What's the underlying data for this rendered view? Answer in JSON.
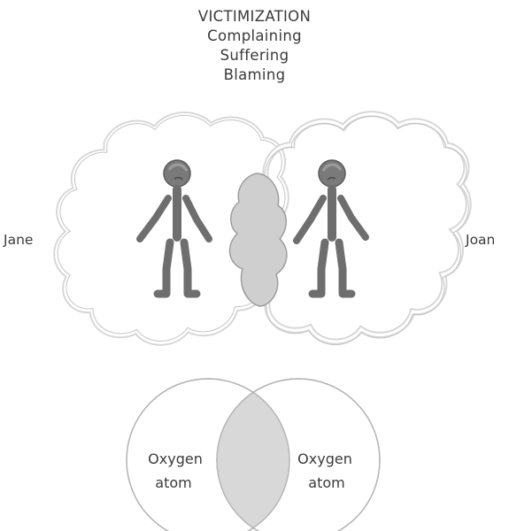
{
  "heading": {
    "title": "VICTIMIZATION",
    "lines": [
      "Complaining",
      "Suffering",
      "Blaming"
    ]
  },
  "people": {
    "left": "Jane",
    "right": "Joan"
  },
  "atoms": {
    "left_line1": "Oxygen",
    "left_line2": "atom",
    "right_line1": "Oxygen",
    "right_line2": "atom"
  },
  "colors": {
    "text": "#3a3a3a",
    "figure": "#6e6e6e",
    "overlap": "#cfcfcf",
    "outline": "#bdbdbd"
  }
}
